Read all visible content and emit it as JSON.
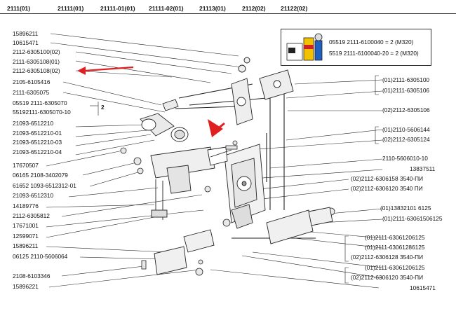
{
  "header": {
    "cols": [
      "2111(01)",
      "21111(01)",
      "21111-01(01)",
      "21111-02(01)",
      "21113(01)",
      "2112(02)",
      "21122(02)"
    ]
  },
  "left_labels": [
    "15896211",
    "10615471",
    "2112-6305100(02)",
    "2111-6305108(01)",
    "2112-6305108(02)",
    "2105-6105416",
    "2111-6305075",
    "05519 2111-6305070",
    "55192111-6305070-10",
    "21093-6512210",
    "21093-6512210-01",
    "21093-6512210-03",
    "21093-6512210-04",
    "17670507",
    "06165 2108-3402079",
    "61652 1093-6512312-01",
    "21093-6512310",
    "14189776",
    "2112-6305812",
    "17671001",
    "12599071",
    "15896211",
    "06125 2110-5606064",
    "2108-6103346",
    "15896221"
  ],
  "right_labels": [
    "(01)2111-6305100",
    "(01)2111-6305106",
    "(02)2112-6305106",
    "(01)2110-5606144",
    "(02)2112-6305124",
    "2110-5606010-10",
    "13837511",
    "(02)2112-6306158 3540-ПИ",
    "(02)2112-6306120 3540 ПИ",
    "(01)13832101 6125",
    "(01)2111-63061506125",
    "(01)2111-63061206125",
    "(01)2111-63061286125",
    "(02)2112-6306128 3540-ПИ",
    "(01)2111-63061206125",
    "(02)2112-6306120 3540-ПИ",
    "10615471"
  ],
  "bracket_number": "2",
  "inset": {
    "row1": "05519 2111-6100040 = 2 (M320)",
    "row2": "5519 2111-6100040-20 = 2 (M320)"
  },
  "accent_color": "#e02020"
}
